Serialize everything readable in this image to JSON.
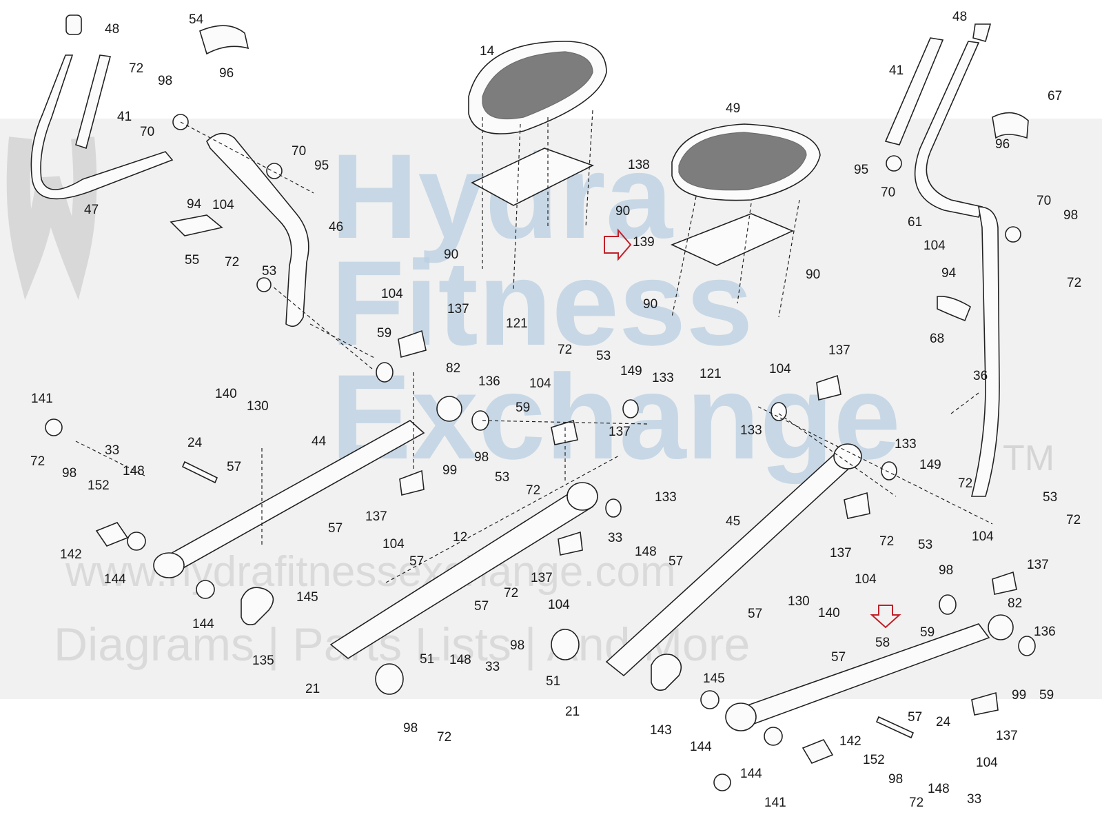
{
  "watermark": {
    "line1": "Hydra",
    "line2": "Fitness",
    "line3": "Exchange",
    "tm": "TM",
    "url": "www.hydrafitnessexchange.com",
    "tagline": "Diagrams | Parts Lists | And More"
  },
  "callouts": [
    {
      "id": "c1",
      "text": "48"
    },
    {
      "id": "c2",
      "text": "54"
    },
    {
      "id": "c3",
      "text": "72"
    },
    {
      "id": "c4",
      "text": "98"
    },
    {
      "id": "c5",
      "text": "96"
    },
    {
      "id": "c6",
      "text": "41"
    },
    {
      "id": "c7",
      "text": "70"
    },
    {
      "id": "c8",
      "text": "70"
    },
    {
      "id": "c9",
      "text": "95"
    },
    {
      "id": "c10",
      "text": "94"
    },
    {
      "id": "c11",
      "text": "104"
    },
    {
      "id": "c12",
      "text": "47"
    },
    {
      "id": "c13",
      "text": "46"
    },
    {
      "id": "c14",
      "text": "55"
    },
    {
      "id": "c15",
      "text": "72"
    },
    {
      "id": "c16",
      "text": "53"
    },
    {
      "id": "c17",
      "text": "14"
    },
    {
      "id": "c18",
      "text": "138"
    },
    {
      "id": "c19",
      "text": "90"
    },
    {
      "id": "c20",
      "text": "90"
    },
    {
      "id": "c21",
      "text": "121"
    },
    {
      "id": "c22",
      "text": "49"
    },
    {
      "id": "c23",
      "text": "139"
    },
    {
      "id": "c24",
      "text": "90"
    },
    {
      "id": "c25",
      "text": "90"
    },
    {
      "id": "c26",
      "text": "121"
    },
    {
      "id": "c27",
      "text": "48"
    },
    {
      "id": "c28",
      "text": "41"
    },
    {
      "id": "c29",
      "text": "67"
    },
    {
      "id": "c30",
      "text": "96"
    },
    {
      "id": "c31",
      "text": "95"
    },
    {
      "id": "c32",
      "text": "70"
    },
    {
      "id": "c33",
      "text": "70"
    },
    {
      "id": "c34",
      "text": "98"
    },
    {
      "id": "c35",
      "text": "61"
    },
    {
      "id": "c36",
      "text": "104"
    },
    {
      "id": "c37",
      "text": "94"
    },
    {
      "id": "c38",
      "text": "72"
    },
    {
      "id": "c39",
      "text": "68"
    },
    {
      "id": "c40",
      "text": "36"
    },
    {
      "id": "c41",
      "text": "104"
    },
    {
      "id": "c42",
      "text": "137"
    },
    {
      "id": "c43",
      "text": "59"
    },
    {
      "id": "c44",
      "text": "82"
    },
    {
      "id": "c45",
      "text": "136"
    },
    {
      "id": "c46",
      "text": "59"
    },
    {
      "id": "c47",
      "text": "72"
    },
    {
      "id": "c48",
      "text": "53"
    },
    {
      "id": "c49",
      "text": "149"
    },
    {
      "id": "c50",
      "text": "133"
    },
    {
      "id": "c51",
      "text": "104"
    },
    {
      "id": "c52",
      "text": "137"
    },
    {
      "id": "c53",
      "text": "98"
    },
    {
      "id": "c54",
      "text": "53"
    },
    {
      "id": "c55",
      "text": "72"
    },
    {
      "id": "c56",
      "text": "99"
    },
    {
      "id": "c57",
      "text": "137"
    },
    {
      "id": "c58",
      "text": "104"
    },
    {
      "id": "c59",
      "text": "141"
    },
    {
      "id": "c60",
      "text": "140"
    },
    {
      "id": "c61",
      "text": "130"
    },
    {
      "id": "c62",
      "text": "33"
    },
    {
      "id": "c63",
      "text": "24"
    },
    {
      "id": "c64",
      "text": "148"
    },
    {
      "id": "c65",
      "text": "44"
    },
    {
      "id": "c66",
      "text": "57"
    },
    {
      "id": "c67",
      "text": "72"
    },
    {
      "id": "c68",
      "text": "98"
    },
    {
      "id": "c69",
      "text": "152"
    },
    {
      "id": "c70",
      "text": "142"
    },
    {
      "id": "c71",
      "text": "144"
    },
    {
      "id": "c72",
      "text": "57"
    },
    {
      "id": "c73",
      "text": "145"
    },
    {
      "id": "c74",
      "text": "144"
    },
    {
      "id": "c75",
      "text": "135"
    },
    {
      "id": "c76",
      "text": "12"
    },
    {
      "id": "c77",
      "text": "57"
    },
    {
      "id": "c78",
      "text": "133"
    },
    {
      "id": "c79",
      "text": "137"
    },
    {
      "id": "c80",
      "text": "104"
    },
    {
      "id": "c81",
      "text": "33"
    },
    {
      "id": "c82",
      "text": "148"
    },
    {
      "id": "c83",
      "text": "57"
    },
    {
      "id": "c84",
      "text": "72"
    },
    {
      "id": "c85",
      "text": "57"
    },
    {
      "id": "c86",
      "text": "98"
    },
    {
      "id": "c87",
      "text": "148"
    },
    {
      "id": "c88",
      "text": "33"
    },
    {
      "id": "c89",
      "text": "21"
    },
    {
      "id": "c90",
      "text": "51"
    },
    {
      "id": "c91",
      "text": "98"
    },
    {
      "id": "c92",
      "text": "72"
    },
    {
      "id": "c93",
      "text": "51"
    },
    {
      "id": "c94",
      "text": "21"
    },
    {
      "id": "c95",
      "text": "104"
    },
    {
      "id": "c96",
      "text": "137"
    },
    {
      "id": "c97",
      "text": "133"
    },
    {
      "id": "c98",
      "text": "133"
    },
    {
      "id": "c99",
      "text": "149"
    },
    {
      "id": "c100",
      "text": "72"
    },
    {
      "id": "c101",
      "text": "45"
    },
    {
      "id": "c102",
      "text": "137"
    },
    {
      "id": "c103",
      "text": "104"
    },
    {
      "id": "c104",
      "text": "72"
    },
    {
      "id": "c105",
      "text": "53"
    },
    {
      "id": "c106",
      "text": "53"
    },
    {
      "id": "c107",
      "text": "72"
    },
    {
      "id": "c108",
      "text": "104"
    },
    {
      "id": "c109",
      "text": "137"
    },
    {
      "id": "c110",
      "text": "98"
    },
    {
      "id": "c111",
      "text": "82"
    },
    {
      "id": "c112",
      "text": "59"
    },
    {
      "id": "c113",
      "text": "136"
    },
    {
      "id": "c114",
      "text": "59"
    },
    {
      "id": "c115",
      "text": "99"
    },
    {
      "id": "c116",
      "text": "57"
    },
    {
      "id": "c117",
      "text": "130"
    },
    {
      "id": "c118",
      "text": "140"
    },
    {
      "id": "c119",
      "text": "57"
    },
    {
      "id": "c120",
      "text": "58"
    },
    {
      "id": "c121",
      "text": "145"
    },
    {
      "id": "c122",
      "text": "143"
    },
    {
      "id": "c123",
      "text": "144"
    },
    {
      "id": "c124",
      "text": "144"
    },
    {
      "id": "c125",
      "text": "142"
    },
    {
      "id": "c126",
      "text": "57"
    },
    {
      "id": "c127",
      "text": "24"
    },
    {
      "id": "c128",
      "text": "137"
    },
    {
      "id": "c129",
      "text": "152"
    },
    {
      "id": "c130",
      "text": "98"
    },
    {
      "id": "c131",
      "text": "148"
    },
    {
      "id": "c132",
      "text": "104"
    },
    {
      "id": "c133",
      "text": "141"
    },
    {
      "id": "c134",
      "text": "72"
    },
    {
      "id": "c135",
      "text": "33"
    }
  ]
}
